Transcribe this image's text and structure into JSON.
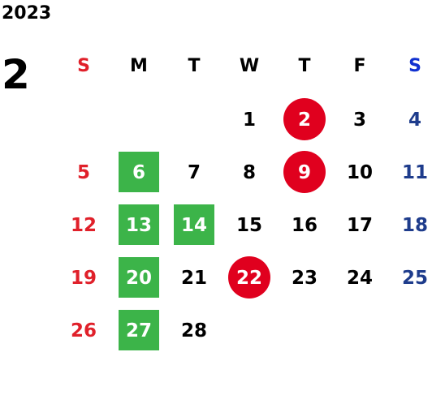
{
  "year": "2023",
  "month": "2",
  "weekdays": [
    "S",
    "M",
    "T",
    "W",
    "T",
    "F",
    "S"
  ],
  "colors": {
    "sunday": "#e0202a",
    "saturday": "#1e3c8c",
    "green_highlight": "#3cb449",
    "red_highlight": "#e0001e"
  },
  "days": {
    "d1": "1",
    "d2": "2",
    "d3": "3",
    "d4": "4",
    "d5": "5",
    "d6": "6",
    "d7": "7",
    "d8": "8",
    "d9": "9",
    "d10": "10",
    "d11": "11",
    "d12": "12",
    "d13": "13",
    "d14": "14",
    "d15": "15",
    "d16": "16",
    "d17": "17",
    "d18": "18",
    "d19": "19",
    "d20": "20",
    "d21": "21",
    "d22": "22",
    "d23": "23",
    "d24": "24",
    "d25": "25",
    "d26": "26",
    "d27": "27",
    "d28": "28"
  }
}
